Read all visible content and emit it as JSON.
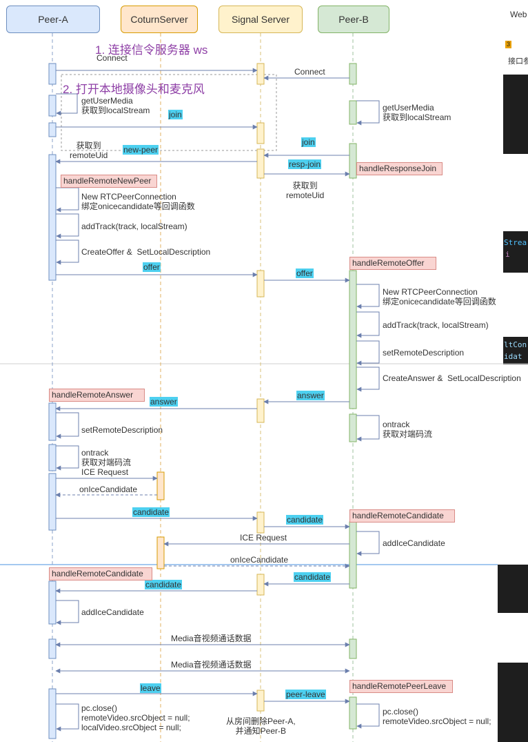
{
  "lanes": {
    "peer_a": "Peer-A",
    "coturn": "CoturnServer",
    "signal": "Signal Server",
    "peer_b": "Peer-B"
  },
  "colors": {
    "peer_a_fill": "#dae8fc",
    "peer_a_stroke": "#6c8ebf",
    "coturn_fill": "#ffe6cc",
    "coturn_stroke": "#d79b00",
    "signal_fill": "#fff2cc",
    "signal_stroke": "#d6b656",
    "peer_b_fill": "#d5e8d4",
    "peer_b_stroke": "#82b366",
    "handler_fill": "#f8cecc",
    "highlight": "#4dd0f0",
    "step_text": "#8e3fa6"
  },
  "steps": {
    "step1": "1.  连接信令服务器 ws",
    "step2": "2. 打开本地摄像头和麦克风"
  },
  "messages": {
    "connect_a": "Connect",
    "connect_b": "Connect",
    "join_a": "join",
    "join_b": "join",
    "new_peer": "new-peer",
    "resp_join": "resp-join",
    "offer_a": "offer",
    "offer_b": "offer",
    "answer_b": "answer",
    "answer_a": "answer",
    "ice_request_a": "ICE Request",
    "onicecandidate_a": "onIceCandidate",
    "candidate_a": "candidate",
    "candidate_a2": "candidate",
    "ice_request_b": "ICE Request",
    "onicecandidate_b": "onIceCandidate",
    "candidate_b": "candidate",
    "candidate_b2": "candidate",
    "media1": "Media音视频通话数据",
    "media2": "Media音视频通话数据",
    "leave": "leave",
    "peer_leave": "peer-leave"
  },
  "notes": {
    "getusermedia_a": "getUserMedia\n获取到localStream",
    "getusermedia_b": "getUserMedia\n获取到localStream",
    "got_remote_a": "获取到\nremoteUid",
    "got_remote_b": "获取到\nremoteUid",
    "new_pc_a": "New RTCPeerConnection\n绑定onicecandidate等回调函数",
    "addtrack_a": "addTrack(track, localStream)",
    "create_offer": "CreateOffer &  SetLocalDescription",
    "new_pc_b": "New RTCPeerConnection\n绑定onicecandidate等回调函数",
    "addtrack_b": "addTrack(track, localStream)",
    "set_remote_b": "setRemoteDescription",
    "create_answer": "CreateAnswer &  SetLocalDescription",
    "set_remote_a": "setRemoteDescription",
    "ontrack_b": "ontrack\n获取对端码流",
    "ontrack_a": "ontrack\n获取对端码流",
    "add_ice_b": "addIceCandidate",
    "add_ice_a": "addIceCandidate",
    "close_a": "pc.close()\nremoteVideo.srcObject = null;\nlocalVideo.srcObject = null;",
    "close_b": "pc.close()\nremoteVideo.srcObject = null;",
    "room_remove": "从房间删除Peer-A,\n并通知Peer-B"
  },
  "handlers": {
    "remote_new_peer": "handleRemoteNewPeer",
    "response_join": "handleResponseJoin",
    "remote_offer": "handleRemoteOffer",
    "remote_answer": "handleRemoteAnswer",
    "remote_candidate_b": "handleRemoteCandidate",
    "remote_candidate_a": "handleRemoteCandidate",
    "remote_peer_leave": "handleRemotePeerLeave"
  },
  "background": {
    "tab_text": "Web",
    "badge": "3",
    "side_label": "接口参",
    "code1": "Strea",
    "code2": "i",
    "code3": "ltCon",
    "code4": "idat"
  }
}
